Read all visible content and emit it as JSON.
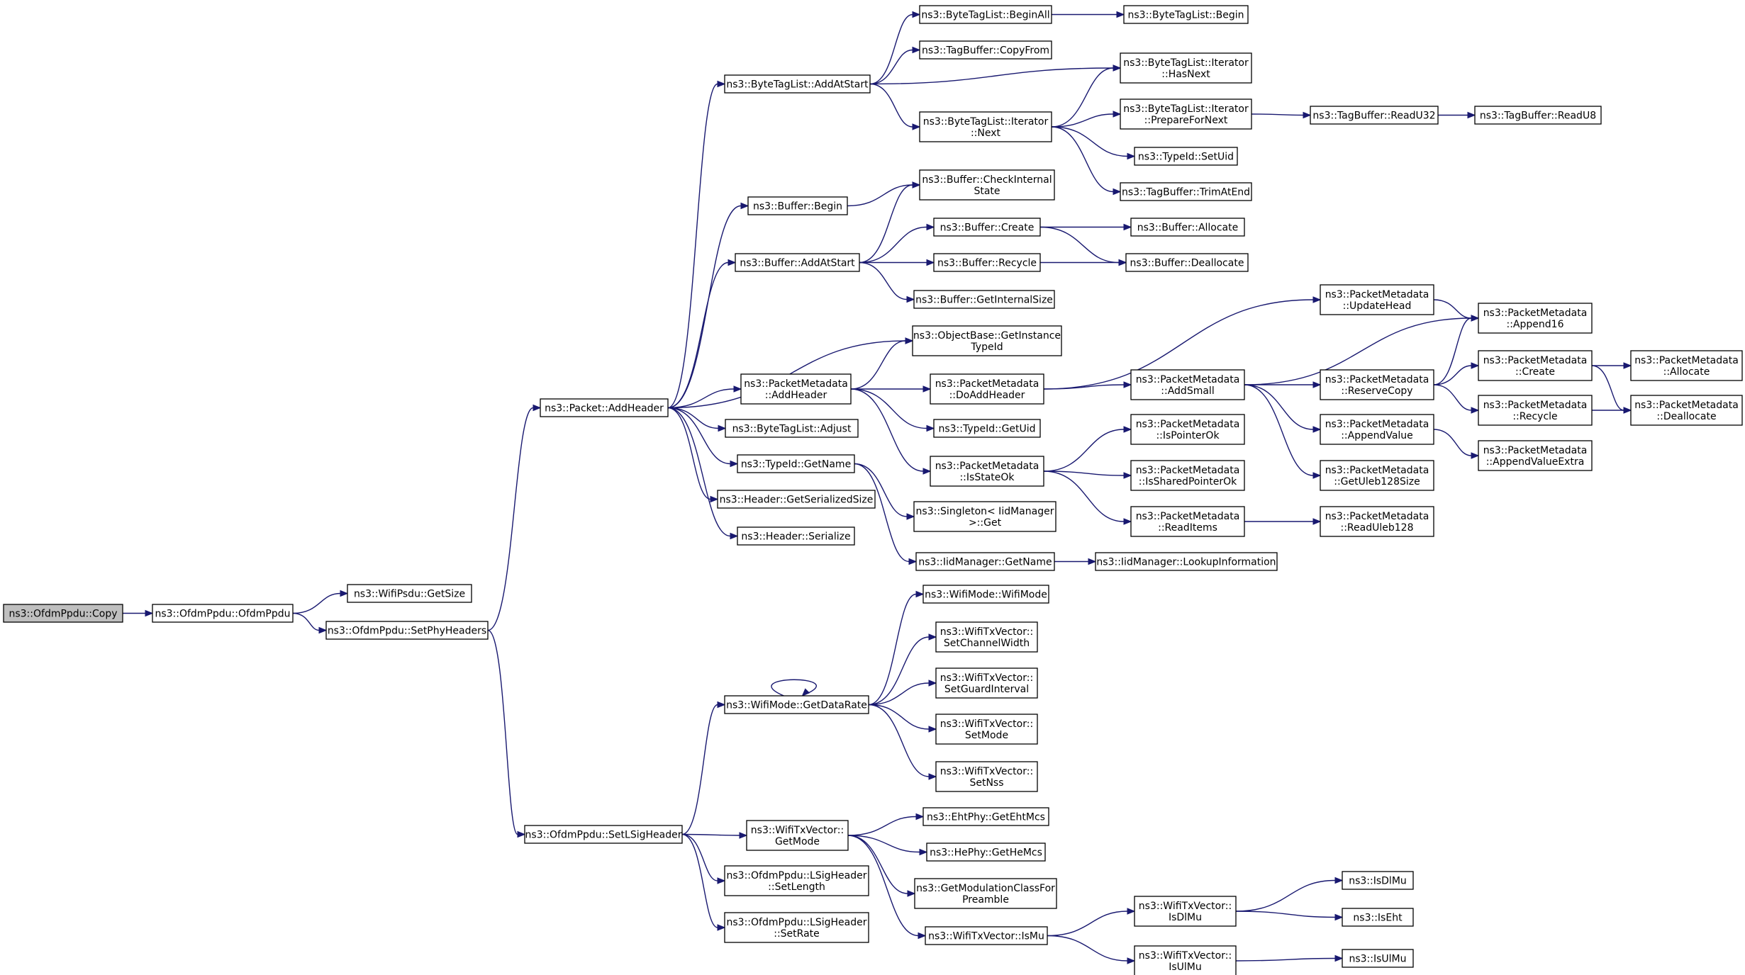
{
  "colors": {
    "edge": "#191970",
    "node_border": "#000000",
    "root_fill": "#bfbfbf",
    "node_fill": "#ffffff"
  },
  "nodes": [
    {
      "id": "n_copy",
      "lines": [
        "ns3::OfdmPpdu::Copy"
      ],
      "root": true
    },
    {
      "id": "n_ofdmppdu",
      "lines": [
        "ns3::OfdmPpdu::OfdmPpdu"
      ]
    },
    {
      "id": "n_getsize",
      "lines": [
        "ns3::WifiPsdu::GetSize"
      ]
    },
    {
      "id": "n_setphyheaders",
      "lines": [
        "ns3::OfdmPpdu::SetPhyHeaders"
      ]
    },
    {
      "id": "n_addheader",
      "lines": [
        "ns3::Packet::AddHeader"
      ]
    },
    {
      "id": "n_setlsigheader",
      "lines": [
        "ns3::OfdmPpdu::SetLSigHeader"
      ]
    },
    {
      "id": "n_btl_addatstart",
      "lines": [
        "ns3::ByteTagList::AddAtStart"
      ]
    },
    {
      "id": "n_buf_begin",
      "lines": [
        "ns3::Buffer::Begin"
      ]
    },
    {
      "id": "n_buf_addatstart",
      "lines": [
        "ns3::Buffer::AddAtStart"
      ]
    },
    {
      "id": "n_pm_addheader",
      "lines": [
        "ns3::PacketMetadata",
        "::AddHeader"
      ]
    },
    {
      "id": "n_btl_adjust",
      "lines": [
        "ns3::ByteTagList::Adjust"
      ]
    },
    {
      "id": "n_typeid_getname",
      "lines": [
        "ns3::TypeId::GetName"
      ]
    },
    {
      "id": "n_hdr_getsersize",
      "lines": [
        "ns3::Header::GetSerializedSize"
      ]
    },
    {
      "id": "n_hdr_serialize",
      "lines": [
        "ns3::Header::Serialize"
      ]
    },
    {
      "id": "n_btl_beginall",
      "lines": [
        "ns3::ByteTagList::BeginAll"
      ]
    },
    {
      "id": "n_tb_copyfrom",
      "lines": [
        "ns3::TagBuffer::CopyFrom"
      ]
    },
    {
      "id": "n_btl_iter_next",
      "lines": [
        "ns3::ByteTagList::Iterator",
        "::Next"
      ]
    },
    {
      "id": "n_buf_checkinternal",
      "lines": [
        "ns3::Buffer::CheckInternal",
        "State"
      ]
    },
    {
      "id": "n_buf_create",
      "lines": [
        "ns3::Buffer::Create"
      ]
    },
    {
      "id": "n_buf_recycle",
      "lines": [
        "ns3::Buffer::Recycle"
      ]
    },
    {
      "id": "n_buf_getinternalsize",
      "lines": [
        "ns3::Buffer::GetInternalSize"
      ]
    },
    {
      "id": "n_ob_getinstancetypeid",
      "lines": [
        "ns3::ObjectBase::GetInstance",
        "TypeId"
      ]
    },
    {
      "id": "n_pm_doaddheader",
      "lines": [
        "ns3::PacketMetadata",
        "::DoAddHeader"
      ]
    },
    {
      "id": "n_typeid_getuid",
      "lines": [
        "ns3::TypeId::GetUid"
      ]
    },
    {
      "id": "n_pm_isstateok",
      "lines": [
        "ns3::PacketMetadata",
        "::IsStateOk"
      ]
    },
    {
      "id": "n_singleton_get",
      "lines": [
        "ns3::Singleton< IidManager",
        " >::Get"
      ]
    },
    {
      "id": "n_iid_getname",
      "lines": [
        "ns3::IidManager::GetName"
      ]
    },
    {
      "id": "n_btl_begin",
      "lines": [
        "ns3::ByteTagList::Begin"
      ]
    },
    {
      "id": "n_btl_iter_hasnext",
      "lines": [
        "ns3::ByteTagList::Iterator",
        "::HasNext"
      ]
    },
    {
      "id": "n_btl_iter_prepare",
      "lines": [
        "ns3::ByteTagList::Iterator",
        "::PrepareForNext"
      ]
    },
    {
      "id": "n_typeid_setuid",
      "lines": [
        "ns3::TypeId::SetUid"
      ]
    },
    {
      "id": "n_tb_trimatend",
      "lines": [
        "ns3::TagBuffer::TrimAtEnd"
      ]
    },
    {
      "id": "n_buf_allocate",
      "lines": [
        "ns3::Buffer::Allocate"
      ]
    },
    {
      "id": "n_buf_deallocate",
      "lines": [
        "ns3::Buffer::Deallocate"
      ]
    },
    {
      "id": "n_tb_readu32",
      "lines": [
        "ns3::TagBuffer::ReadU32"
      ]
    },
    {
      "id": "n_tb_readu8",
      "lines": [
        "ns3::TagBuffer::ReadU8"
      ]
    },
    {
      "id": "n_pm_updatehead",
      "lines": [
        "ns3::PacketMetadata",
        "::UpdateHead"
      ]
    },
    {
      "id": "n_pm_addsmall",
      "lines": [
        "ns3::PacketMetadata",
        "::AddSmall"
      ]
    },
    {
      "id": "n_pm_ispointerok",
      "lines": [
        "ns3::PacketMetadata",
        "::IsPointerOk"
      ]
    },
    {
      "id": "n_pm_issharedpointerok",
      "lines": [
        "ns3::PacketMetadata",
        "::IsSharedPointerOk"
      ]
    },
    {
      "id": "n_pm_readitems",
      "lines": [
        "ns3::PacketMetadata",
        "::ReadItems"
      ]
    },
    {
      "id": "n_iid_lookupinfo",
      "lines": [
        "ns3::IidManager::LookupInformation"
      ]
    },
    {
      "id": "n_pm_append16",
      "lines": [
        "ns3::PacketMetadata",
        "::Append16"
      ]
    },
    {
      "id": "n_pm_reservecopy",
      "lines": [
        "ns3::PacketMetadata",
        "::ReserveCopy"
      ]
    },
    {
      "id": "n_pm_appendvalue",
      "lines": [
        "ns3::PacketMetadata",
        "::AppendValue"
      ]
    },
    {
      "id": "n_pm_getuleb128size",
      "lines": [
        "ns3::PacketMetadata",
        "::GetUleb128Size"
      ]
    },
    {
      "id": "n_pm_readuleb128",
      "lines": [
        "ns3::PacketMetadata",
        "::ReadUleb128"
      ]
    },
    {
      "id": "n_pm_create",
      "lines": [
        "ns3::PacketMetadata",
        "::Create"
      ]
    },
    {
      "id": "n_pm_recycle",
      "lines": [
        "ns3::PacketMetadata",
        "::Recycle"
      ]
    },
    {
      "id": "n_pm_appendvalueextra",
      "lines": [
        "ns3::PacketMetadata",
        "::AppendValueExtra"
      ]
    },
    {
      "id": "n_pm_allocate",
      "lines": [
        "ns3::PacketMetadata",
        "::Allocate"
      ]
    },
    {
      "id": "n_pm_deallocate",
      "lines": [
        "ns3::PacketMetadata",
        "::Deallocate"
      ]
    },
    {
      "id": "n_wm_getdatarate",
      "lines": [
        "ns3::WifiMode::GetDataRate"
      ]
    },
    {
      "id": "n_wm_wifimode",
      "lines": [
        "ns3::WifiMode::WifiMode"
      ]
    },
    {
      "id": "n_txv_setchannelwidth",
      "lines": [
        "ns3::WifiTxVector::",
        "SetChannelWidth"
      ]
    },
    {
      "id": "n_txv_setguardinterval",
      "lines": [
        "ns3::WifiTxVector::",
        "SetGuardInterval"
      ]
    },
    {
      "id": "n_txv_setmode",
      "lines": [
        "ns3::WifiTxVector::",
        "SetMode"
      ]
    },
    {
      "id": "n_txv_setnss",
      "lines": [
        "ns3::WifiTxVector::",
        "SetNss"
      ]
    },
    {
      "id": "n_txv_getmode",
      "lines": [
        "ns3::WifiTxVector::",
        "GetMode"
      ]
    },
    {
      "id": "n_lsig_setlength",
      "lines": [
        "ns3::OfdmPpdu::LSigHeader",
        "::SetLength"
      ]
    },
    {
      "id": "n_lsig_setrate",
      "lines": [
        "ns3::OfdmPpdu::LSigHeader",
        "::SetRate"
      ]
    },
    {
      "id": "n_eht_getehtmcs",
      "lines": [
        "ns3::EhtPhy::GetEhtMcs"
      ]
    },
    {
      "id": "n_he_gethemcs",
      "lines": [
        "ns3::HePhy::GetHeMcs"
      ]
    },
    {
      "id": "n_getmodclass",
      "lines": [
        "ns3::GetModulationClassFor",
        "Preamble"
      ]
    },
    {
      "id": "n_txv_ismu",
      "lines": [
        "ns3::WifiTxVector::IsMu"
      ]
    },
    {
      "id": "n_txv_isdlmu",
      "lines": [
        "ns3::WifiTxVector::",
        "IsDlMu"
      ]
    },
    {
      "id": "n_txv_isulmu",
      "lines": [
        "ns3::WifiTxVector::",
        "IsUlMu"
      ]
    },
    {
      "id": "n_isdlmu",
      "lines": [
        "ns3::IsDlMu"
      ]
    },
    {
      "id": "n_iseht",
      "lines": [
        "ns3::IsEht"
      ]
    },
    {
      "id": "n_isulmu",
      "lines": [
        "ns3::IsUlMu"
      ]
    }
  ],
  "edges": [
    [
      "n_copy",
      "n_ofdmppdu"
    ],
    [
      "n_ofdmppdu",
      "n_getsize"
    ],
    [
      "n_ofdmppdu",
      "n_setphyheaders"
    ],
    [
      "n_setphyheaders",
      "n_addheader"
    ],
    [
      "n_setphyheaders",
      "n_setlsigheader"
    ],
    [
      "n_addheader",
      "n_btl_addatstart"
    ],
    [
      "n_addheader",
      "n_buf_begin"
    ],
    [
      "n_addheader",
      "n_buf_addatstart"
    ],
    [
      "n_addheader",
      "n_ob_getinstancetypeid"
    ],
    [
      "n_addheader",
      "n_pm_addheader"
    ],
    [
      "n_addheader",
      "n_btl_adjust"
    ],
    [
      "n_addheader",
      "n_typeid_getname"
    ],
    [
      "n_addheader",
      "n_hdr_getsersize"
    ],
    [
      "n_addheader",
      "n_hdr_serialize"
    ],
    [
      "n_btl_addatstart",
      "n_btl_beginall"
    ],
    [
      "n_btl_addatstart",
      "n_tb_copyfrom"
    ],
    [
      "n_btl_addatstart",
      "n_btl_iter_hasnext"
    ],
    [
      "n_btl_addatstart",
      "n_btl_iter_next"
    ],
    [
      "n_btl_beginall",
      "n_btl_begin"
    ],
    [
      "n_btl_iter_next",
      "n_btl_iter_hasnext"
    ],
    [
      "n_btl_iter_next",
      "n_btl_iter_prepare"
    ],
    [
      "n_btl_iter_next",
      "n_typeid_setuid"
    ],
    [
      "n_btl_iter_next",
      "n_tb_trimatend"
    ],
    [
      "n_btl_iter_prepare",
      "n_tb_readu32"
    ],
    [
      "n_tb_readu32",
      "n_tb_readu8"
    ],
    [
      "n_buf_begin",
      "n_buf_checkinternal"
    ],
    [
      "n_buf_addatstart",
      "n_buf_checkinternal"
    ],
    [
      "n_buf_addatstart",
      "n_buf_create"
    ],
    [
      "n_buf_addatstart",
      "n_buf_recycle"
    ],
    [
      "n_buf_addatstart",
      "n_buf_getinternalsize"
    ],
    [
      "n_buf_create",
      "n_buf_allocate"
    ],
    [
      "n_buf_create",
      "n_buf_deallocate"
    ],
    [
      "n_buf_recycle",
      "n_buf_deallocate"
    ],
    [
      "n_pm_addheader",
      "n_ob_getinstancetypeid"
    ],
    [
      "n_pm_addheader",
      "n_pm_doaddheader"
    ],
    [
      "n_pm_addheader",
      "n_typeid_getuid"
    ],
    [
      "n_pm_addheader",
      "n_pm_isstateok"
    ],
    [
      "n_pm_doaddheader",
      "n_pm_updatehead"
    ],
    [
      "n_pm_doaddheader",
      "n_pm_addsmall"
    ],
    [
      "n_pm_updatehead",
      "n_pm_append16"
    ],
    [
      "n_pm_addsmall",
      "n_pm_append16"
    ],
    [
      "n_pm_addsmall",
      "n_pm_reservecopy"
    ],
    [
      "n_pm_addsmall",
      "n_pm_appendvalue"
    ],
    [
      "n_pm_addsmall",
      "n_pm_getuleb128size"
    ],
    [
      "n_pm_reservecopy",
      "n_pm_append16"
    ],
    [
      "n_pm_reservecopy",
      "n_pm_create"
    ],
    [
      "n_pm_reservecopy",
      "n_pm_recycle"
    ],
    [
      "n_pm_create",
      "n_pm_allocate"
    ],
    [
      "n_pm_create",
      "n_pm_deallocate"
    ],
    [
      "n_pm_recycle",
      "n_pm_deallocate"
    ],
    [
      "n_pm_appendvalue",
      "n_pm_appendvalueextra"
    ],
    [
      "n_pm_isstateok",
      "n_pm_ispointerok"
    ],
    [
      "n_pm_isstateok",
      "n_pm_issharedpointerok"
    ],
    [
      "n_pm_isstateok",
      "n_pm_readitems"
    ],
    [
      "n_pm_readitems",
      "n_pm_readuleb128"
    ],
    [
      "n_typeid_getname",
      "n_singleton_get"
    ],
    [
      "n_typeid_getname",
      "n_iid_getname"
    ],
    [
      "n_iid_getname",
      "n_iid_lookupinfo"
    ],
    [
      "n_setlsigheader",
      "n_wm_getdatarate"
    ],
    [
      "n_setlsigheader",
      "n_txv_getmode"
    ],
    [
      "n_setlsigheader",
      "n_lsig_setlength"
    ],
    [
      "n_setlsigheader",
      "n_lsig_setrate"
    ],
    [
      "n_wm_getdatarate",
      "n_wm_getdatarate"
    ],
    [
      "n_wm_getdatarate",
      "n_wm_wifimode"
    ],
    [
      "n_wm_getdatarate",
      "n_txv_setchannelwidth"
    ],
    [
      "n_wm_getdatarate",
      "n_txv_setguardinterval"
    ],
    [
      "n_wm_getdatarate",
      "n_txv_setmode"
    ],
    [
      "n_wm_getdatarate",
      "n_txv_setnss"
    ],
    [
      "n_txv_getmode",
      "n_eht_getehtmcs"
    ],
    [
      "n_txv_getmode",
      "n_he_gethemcs"
    ],
    [
      "n_txv_getmode",
      "n_getmodclass"
    ],
    [
      "n_txv_getmode",
      "n_txv_ismu"
    ],
    [
      "n_txv_ismu",
      "n_txv_isdlmu"
    ],
    [
      "n_txv_ismu",
      "n_txv_isulmu"
    ],
    [
      "n_txv_isdlmu",
      "n_isdlmu"
    ],
    [
      "n_txv_isdlmu",
      "n_iseht"
    ],
    [
      "n_txv_isulmu",
      "n_isulmu"
    ]
  ]
}
